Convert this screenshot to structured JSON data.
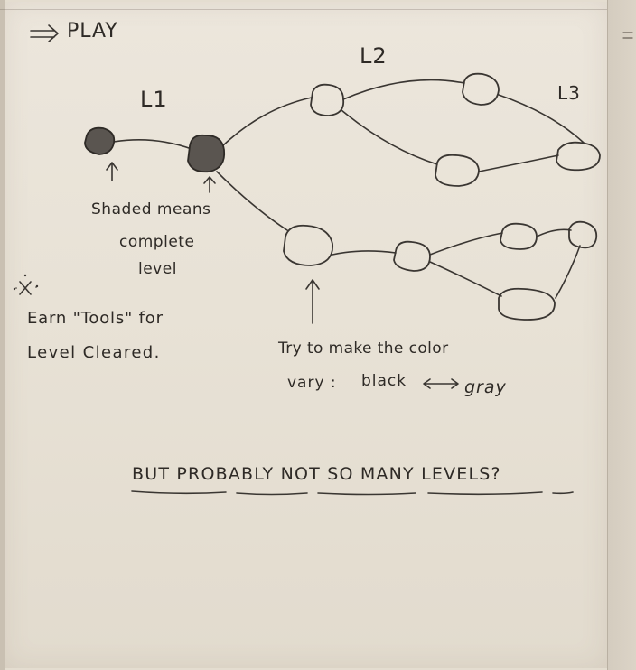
{
  "header": {
    "play_label": "PLAY"
  },
  "levels": {
    "l1_label": "L1",
    "l2_label": "L2",
    "l3_label": "L3"
  },
  "annotations": {
    "shaded_line1": "Shaded means",
    "shaded_line2": "complete",
    "shaded_line3": "level",
    "tools_line1": "Earn \"Tools\" for",
    "tools_line2": "Level Cleared.",
    "color_line1": "Try to make the color",
    "color_vary": "vary :",
    "color_black": "black",
    "color_gray": "gray",
    "footer_question": "BUT PROBABLY NOT SO MANY LEVELS?"
  },
  "icons": {
    "arrow": "double-right-arrow-icon",
    "sparkle": "sparkle-icon",
    "node": "level-node-icon"
  },
  "colors": {
    "ink": "#2e2a26",
    "paper": "#e8e2d6",
    "shaded_node": "#5a5550"
  }
}
